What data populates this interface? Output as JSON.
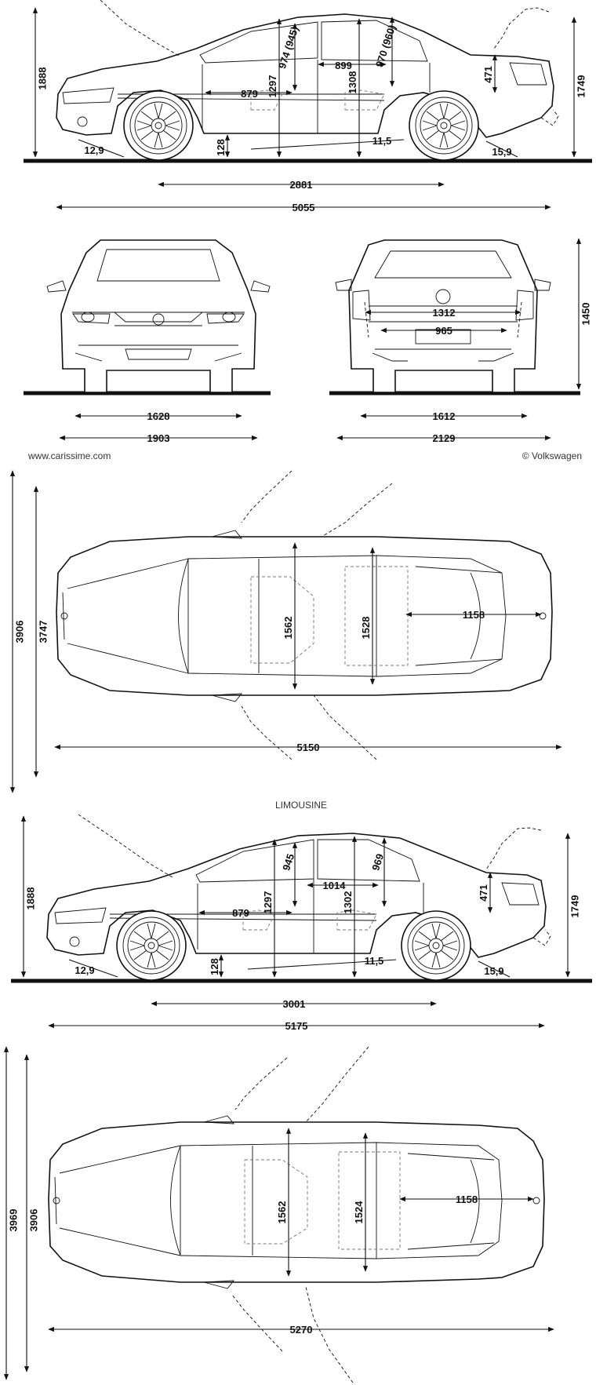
{
  "credits": {
    "source": "www.carissime.com",
    "copyright": "© Volkswagen"
  },
  "section_label": "LIMOUSINE",
  "views": {
    "side_std": {
      "height_total": "1888",
      "height_rear": "1749",
      "door_front_h": "974 (945)",
      "door_rear_h": "970 (960)",
      "headroom_front": "1297",
      "headroom_rear": "1308",
      "legroom_rear": "899",
      "front_seat_len": "879",
      "trunk_h": "471",
      "overhang_angle_front": "12,9",
      "clearance": "128",
      "ramp_angle": "11,5",
      "overhang_angle_rear": "15,9",
      "wheelbase": "2881",
      "length": "5055"
    },
    "front": {
      "track": "1628",
      "width": "1903"
    },
    "rear": {
      "height": "1450",
      "trunk_width": "1312",
      "plate_width": "965",
      "track": "1612",
      "width_mirrors": "2129"
    },
    "top_std": {
      "width_mirrors_open": "3906",
      "width_doors": "3747",
      "shoulder_front": "1562",
      "shoulder_rear": "1528",
      "trunk_len": "1158",
      "length": "5150"
    },
    "side_long": {
      "height_total": "1888",
      "height_rear": "1749",
      "door_front_h": "945",
      "door_rear_h": "969",
      "headroom_front": "1297",
      "headroom_rear": "1302",
      "legroom_rear": "1014",
      "front_seat_len": "879",
      "trunk_h": "471",
      "overhang_angle_front": "12,9",
      "clearance": "128",
      "ramp_angle": "11,5",
      "overhang_angle_rear": "15,9",
      "wheelbase": "3001",
      "length": "5175"
    },
    "top_long": {
      "width_mirrors_open": "3969",
      "width_doors": "3906",
      "shoulder_front": "1562",
      "shoulder_rear": "1524",
      "trunk_len": "1158",
      "length": "5270"
    }
  }
}
